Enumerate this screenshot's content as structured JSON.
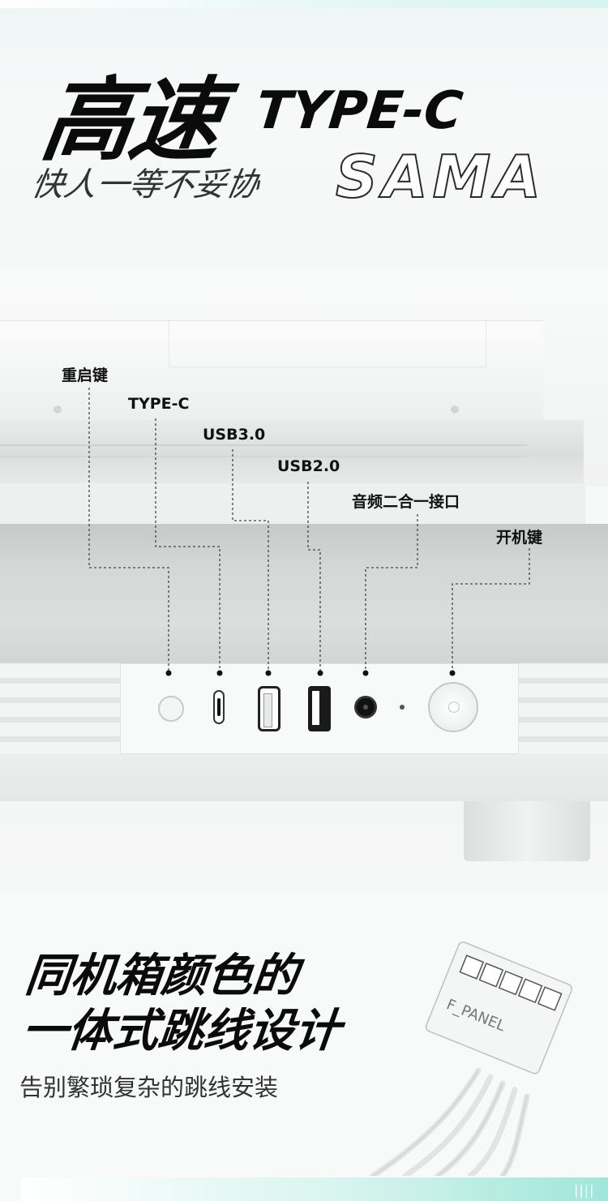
{
  "headline": {
    "cn": "高速",
    "en": "TYPE-C"
  },
  "slogan": "快人一等不妥协",
  "brand": "SAMA",
  "ports": {
    "reset": "重启键",
    "typec": "TYPE-C",
    "usb3": "USB3.0",
    "usb2": "USB2.0",
    "audio": "音频二合一接口",
    "power": "开机键"
  },
  "feature": {
    "title_line1": "同机箱颜色的",
    "title_line2": "一体式跳线设计",
    "subtitle": "告别繁琐复杂的跳线安装"
  },
  "connector_label": "F_PANEL",
  "bar_marks": "||||",
  "colors": {
    "accent": "#9fe6da",
    "text": "#0b0b0b",
    "case": "#f3f4f4"
  }
}
